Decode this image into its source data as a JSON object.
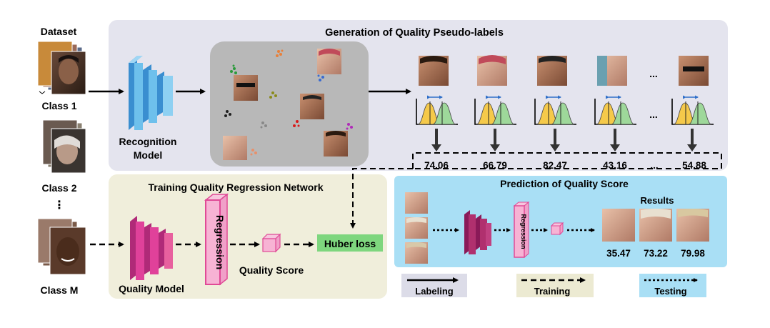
{
  "left_column": {
    "dataset_label": "Dataset",
    "class_labels": [
      "Class 1",
      "Class 2",
      "⋮",
      "Class M"
    ]
  },
  "top_panel": {
    "title": "Generation of Quality Pseudo-labels",
    "recognition_model_label": [
      "Recognition",
      "Model"
    ],
    "scores": [
      "74.06",
      "66.79",
      "82.47",
      "43.16",
      "...",
      "54.88"
    ],
    "ellipsis": "..."
  },
  "training_panel": {
    "title": "Training Quality Regression Network",
    "quality_model_label": "Quality Model",
    "regression_label": "Regression",
    "quality_score_label": "Quality Score",
    "loss_label": "Huber loss"
  },
  "prediction_panel": {
    "title": "Prediction of Quality Score",
    "regression_label": "Regression",
    "results_label": "Results",
    "result_scores": [
      "35.47",
      "73.22",
      "79.98"
    ]
  },
  "legend": [
    {
      "label": "Labeling",
      "style": "solid",
      "bg": "#dcdce8"
    },
    {
      "label": "Training",
      "style": "dashed",
      "bg": "#ecead2"
    },
    {
      "label": "Testing",
      "style": "dotted",
      "bg": "#a9dff5"
    }
  ],
  "colors": {
    "top_panel_bg": "#e4e4ee",
    "training_panel_bg": "#f0eedb",
    "prediction_panel_bg": "#a9dff5",
    "embedding_box_bg": "#b8b8b8",
    "recognition_blue": "#6ec0ec",
    "quality_pink": "#e0419a",
    "regression_pink": "#f7b3d4",
    "loss_green": "#7ed67e",
    "gaussian_yellow": "#f5c94a",
    "gaussian_green": "#9ed89a",
    "arrow_blue": "#2f6fc9"
  }
}
